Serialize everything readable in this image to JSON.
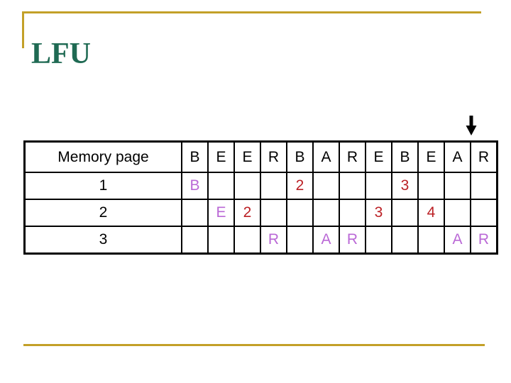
{
  "slide": {
    "title": "LFU"
  },
  "colors": {
    "gold": "#C3A028",
    "title_green": "#1F6A53",
    "highlight_purple": "#BA68D6",
    "count_red": "#BB2025"
  },
  "table": {
    "header_label": "Memory page",
    "reference_string": [
      "B",
      "E",
      "E",
      "R",
      "B",
      "A",
      "R",
      "E",
      "B",
      "E",
      "A",
      "R"
    ],
    "rows": [
      {
        "label": "1",
        "cells": [
          {
            "text": "B",
            "color": "purple"
          },
          {
            "text": ""
          },
          {
            "text": ""
          },
          {
            "text": ""
          },
          {
            "text": "2",
            "color": "red"
          },
          {
            "text": ""
          },
          {
            "text": ""
          },
          {
            "text": ""
          },
          {
            "text": "3",
            "color": "red"
          },
          {
            "text": ""
          },
          {
            "text": ""
          },
          {
            "text": ""
          }
        ]
      },
      {
        "label": "2",
        "cells": [
          {
            "text": ""
          },
          {
            "text": "E",
            "color": "purple"
          },
          {
            "text": "2",
            "color": "red"
          },
          {
            "text": ""
          },
          {
            "text": ""
          },
          {
            "text": ""
          },
          {
            "text": ""
          },
          {
            "text": "3",
            "color": "red"
          },
          {
            "text": ""
          },
          {
            "text": "4",
            "color": "red"
          },
          {
            "text": ""
          },
          {
            "text": ""
          }
        ]
      },
      {
        "label": "3",
        "cells": [
          {
            "text": ""
          },
          {
            "text": ""
          },
          {
            "text": ""
          },
          {
            "text": "R",
            "color": "purple"
          },
          {
            "text": ""
          },
          {
            "text": "A",
            "color": "purple"
          },
          {
            "text": "R",
            "color": "purple"
          },
          {
            "text": ""
          },
          {
            "text": ""
          },
          {
            "text": ""
          },
          {
            "text": "A",
            "color": "purple"
          },
          {
            "text": "R",
            "color": "purple"
          }
        ]
      }
    ]
  },
  "arrow": {
    "direction": "down",
    "points_to_column": 12
  }
}
